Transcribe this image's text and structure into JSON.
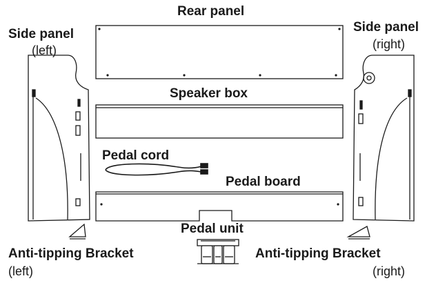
{
  "labels": {
    "rear_panel": "Rear panel",
    "side_panel_left_title": "Side panel",
    "side_panel_left_sub": "(left)",
    "side_panel_right_title": "Side panel",
    "side_panel_right_sub": "(right)",
    "speaker_box": "Speaker box",
    "pedal_cord": "Pedal cord",
    "pedal_board": "Pedal board",
    "pedal_unit": "Pedal unit",
    "bracket_left_title": "Anti-tipping Bracket",
    "bracket_left_sub": "(left)",
    "bracket_right_title": "Anti-tipping Bracket",
    "bracket_right_sub": "(right)"
  },
  "colors": {
    "stroke": "#1a1a1a",
    "background": "#ffffff"
  }
}
